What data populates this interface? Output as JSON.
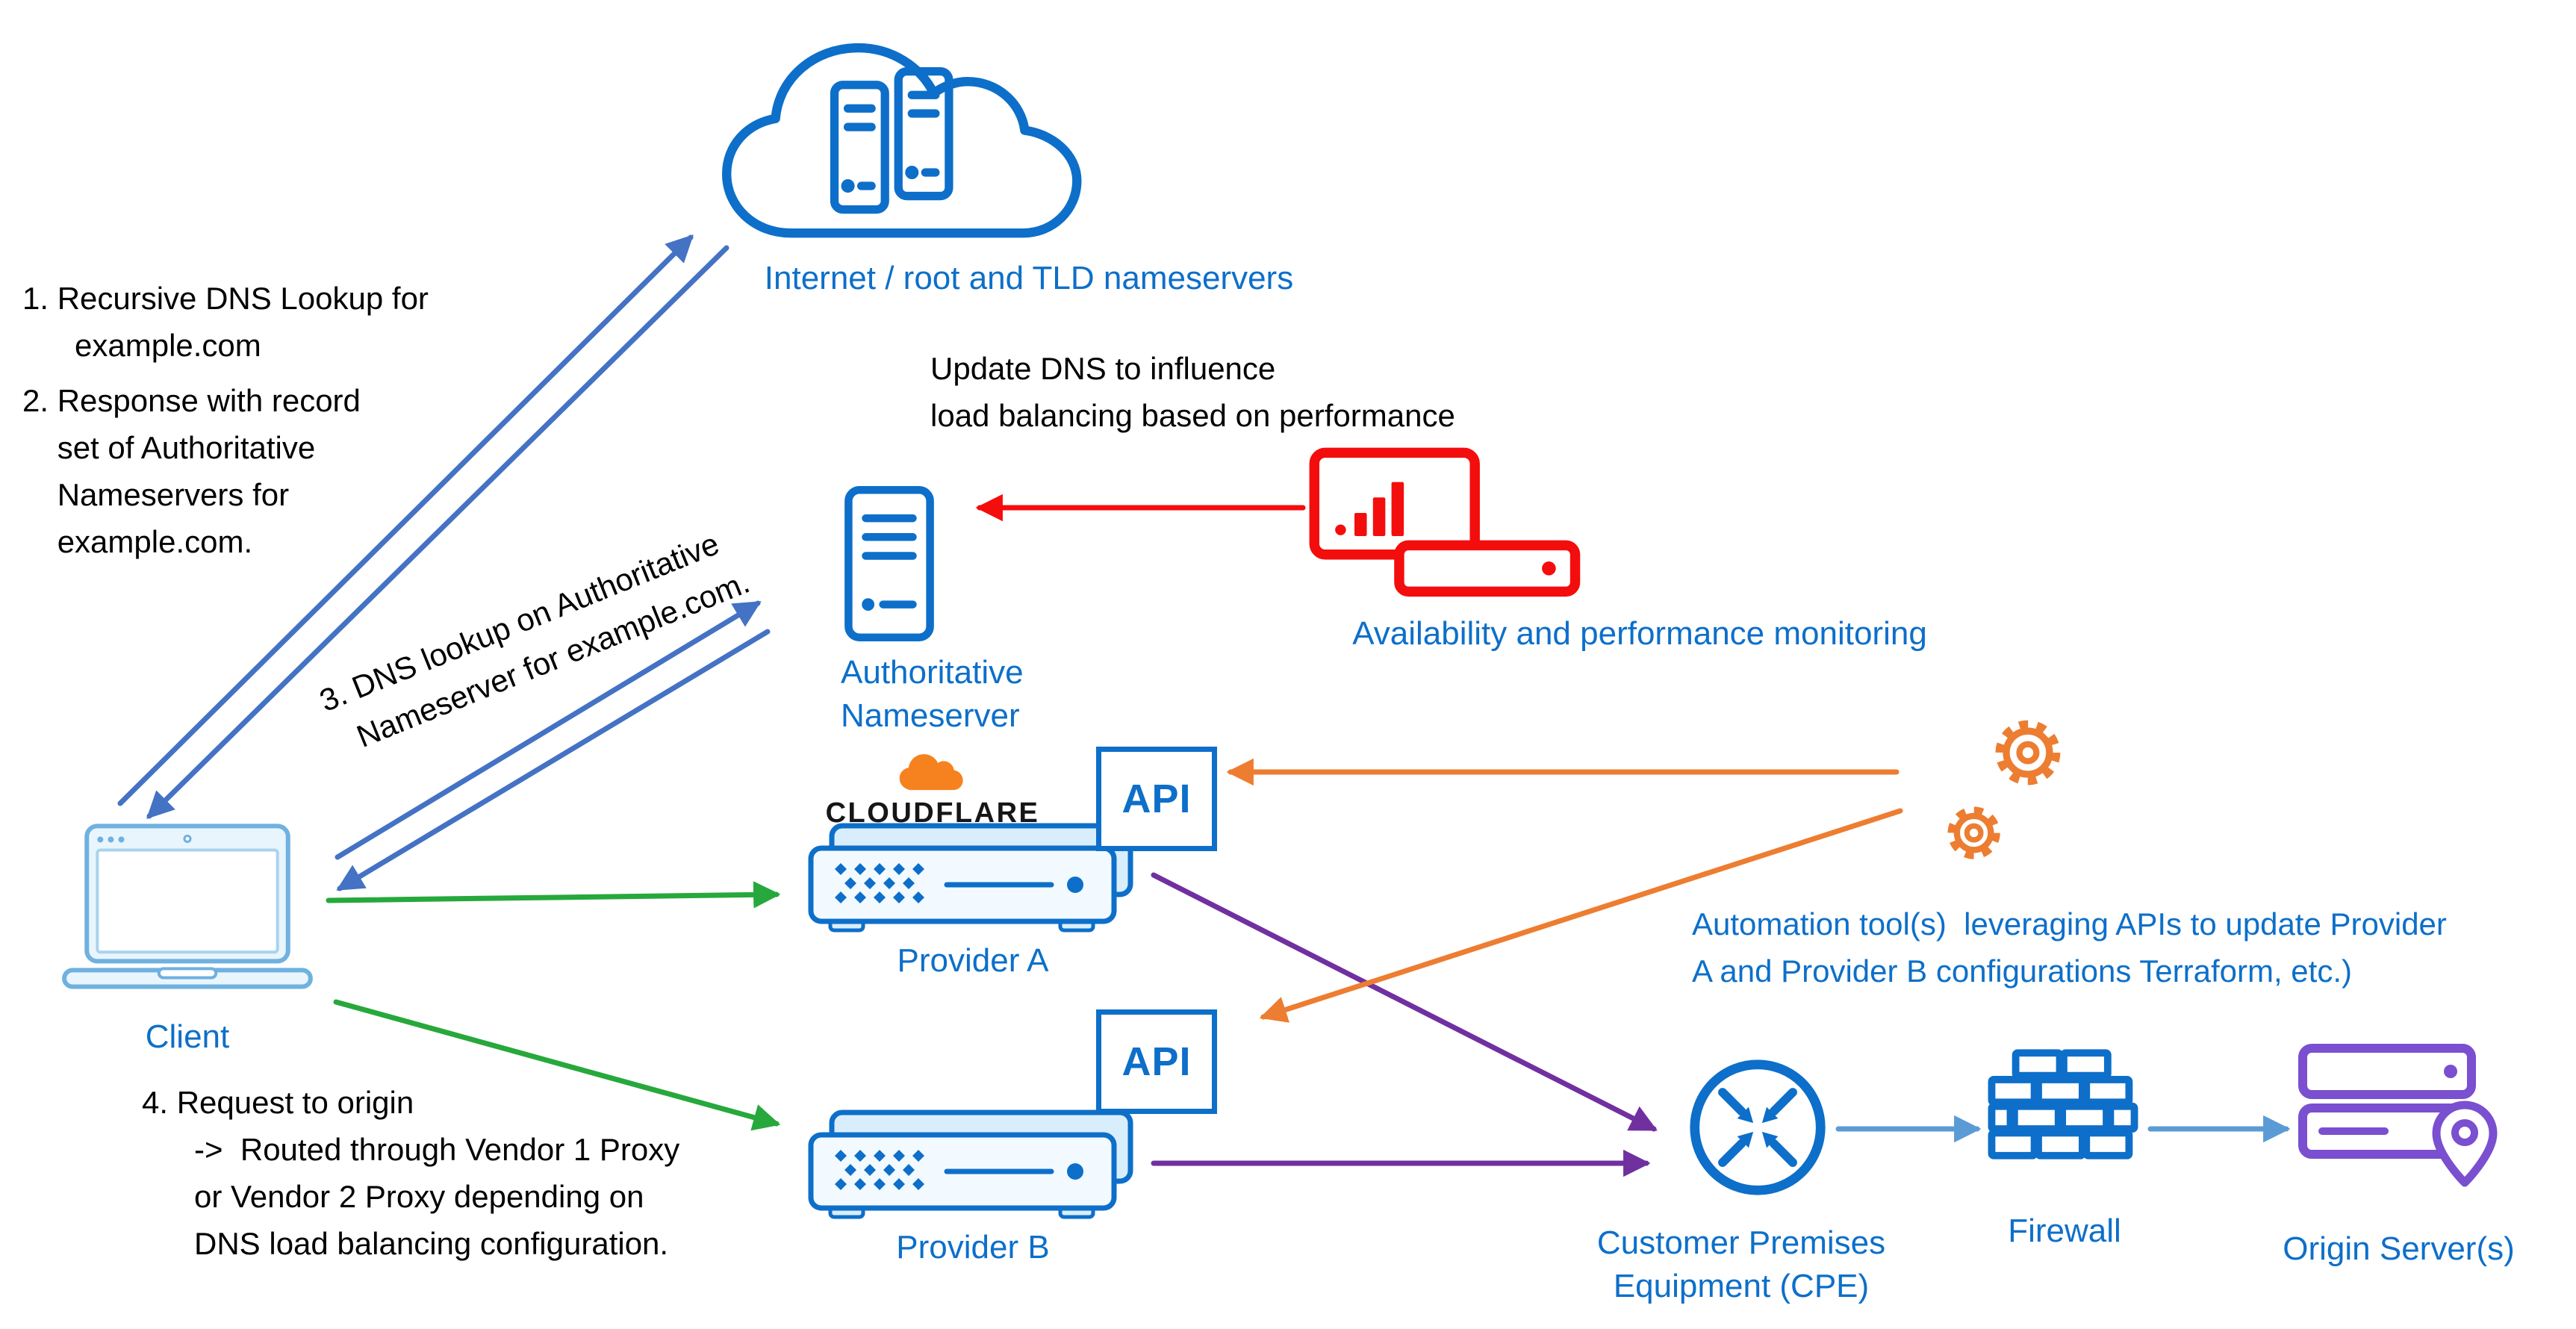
{
  "colors": {
    "icon_blue": "#0D6FC9",
    "arrow_blue": "#4472C4",
    "flow_blue": "#5B9BD5",
    "green": "#27A83C",
    "red": "#F40D0D",
    "purple": "#7030A0",
    "origin_purple": "#7A4FD0",
    "orange": "#ED7D31",
    "cloudflare_orange": "#F6821F",
    "laptop_blue": "#6FB1DF",
    "laptop_fill": "#E9F5FD",
    "appliance_fill": "#F2FAFF",
    "appliance_back": "#D9EEFC"
  },
  "nodes": {
    "internet": {
      "label": "Internet / root and TLD nameservers"
    },
    "authoritative_ns": {
      "label": "Authoritative\nNameserver"
    },
    "monitoring": {
      "label": "Availability and performance monitoring"
    },
    "client": {
      "label": "Client"
    },
    "provider_a": {
      "brand": "CLOUDFLARE",
      "label": "Provider A",
      "api": "API"
    },
    "provider_b": {
      "label": "Provider B",
      "api": "API"
    },
    "automation": {
      "label": "Automation tool(s)  leveraging APIs to update Provider\nA and Provider B configurations Terraform, etc.)"
    },
    "cpe": {
      "label": "Customer Premises\nEquipment (CPE)"
    },
    "firewall": {
      "label": "Firewall"
    },
    "origin": {
      "label": "Origin Server(s)"
    }
  },
  "annotations": {
    "step1": "1. Recursive DNS Lookup for\n      example.com",
    "step2": "2. Response with record\n    set of Authoritative\n    Nameservers for\n    example.com.",
    "step3": "3. DNS lookup on Authoritative\n    Nameserver for example.com.",
    "step4": "4. Request to origin\n      ->  Routed through Vendor 1 Proxy\n      or Vendor 2 Proxy depending on\n      DNS load balancing configuration.",
    "update_dns": "Update DNS to influence\nload balancing based on performance"
  },
  "icons": {
    "internet": "cloud-with-server-racks",
    "authoritative_ns": "server-tower",
    "monitoring": "monitor-with-bar-chart-and-rack",
    "client": "laptop",
    "provider": "network-appliance",
    "automation": "gears",
    "cpe": "router-circle-with-arrows",
    "firewall": "brick-wall",
    "origin": "server-stack-with-location-pin"
  }
}
